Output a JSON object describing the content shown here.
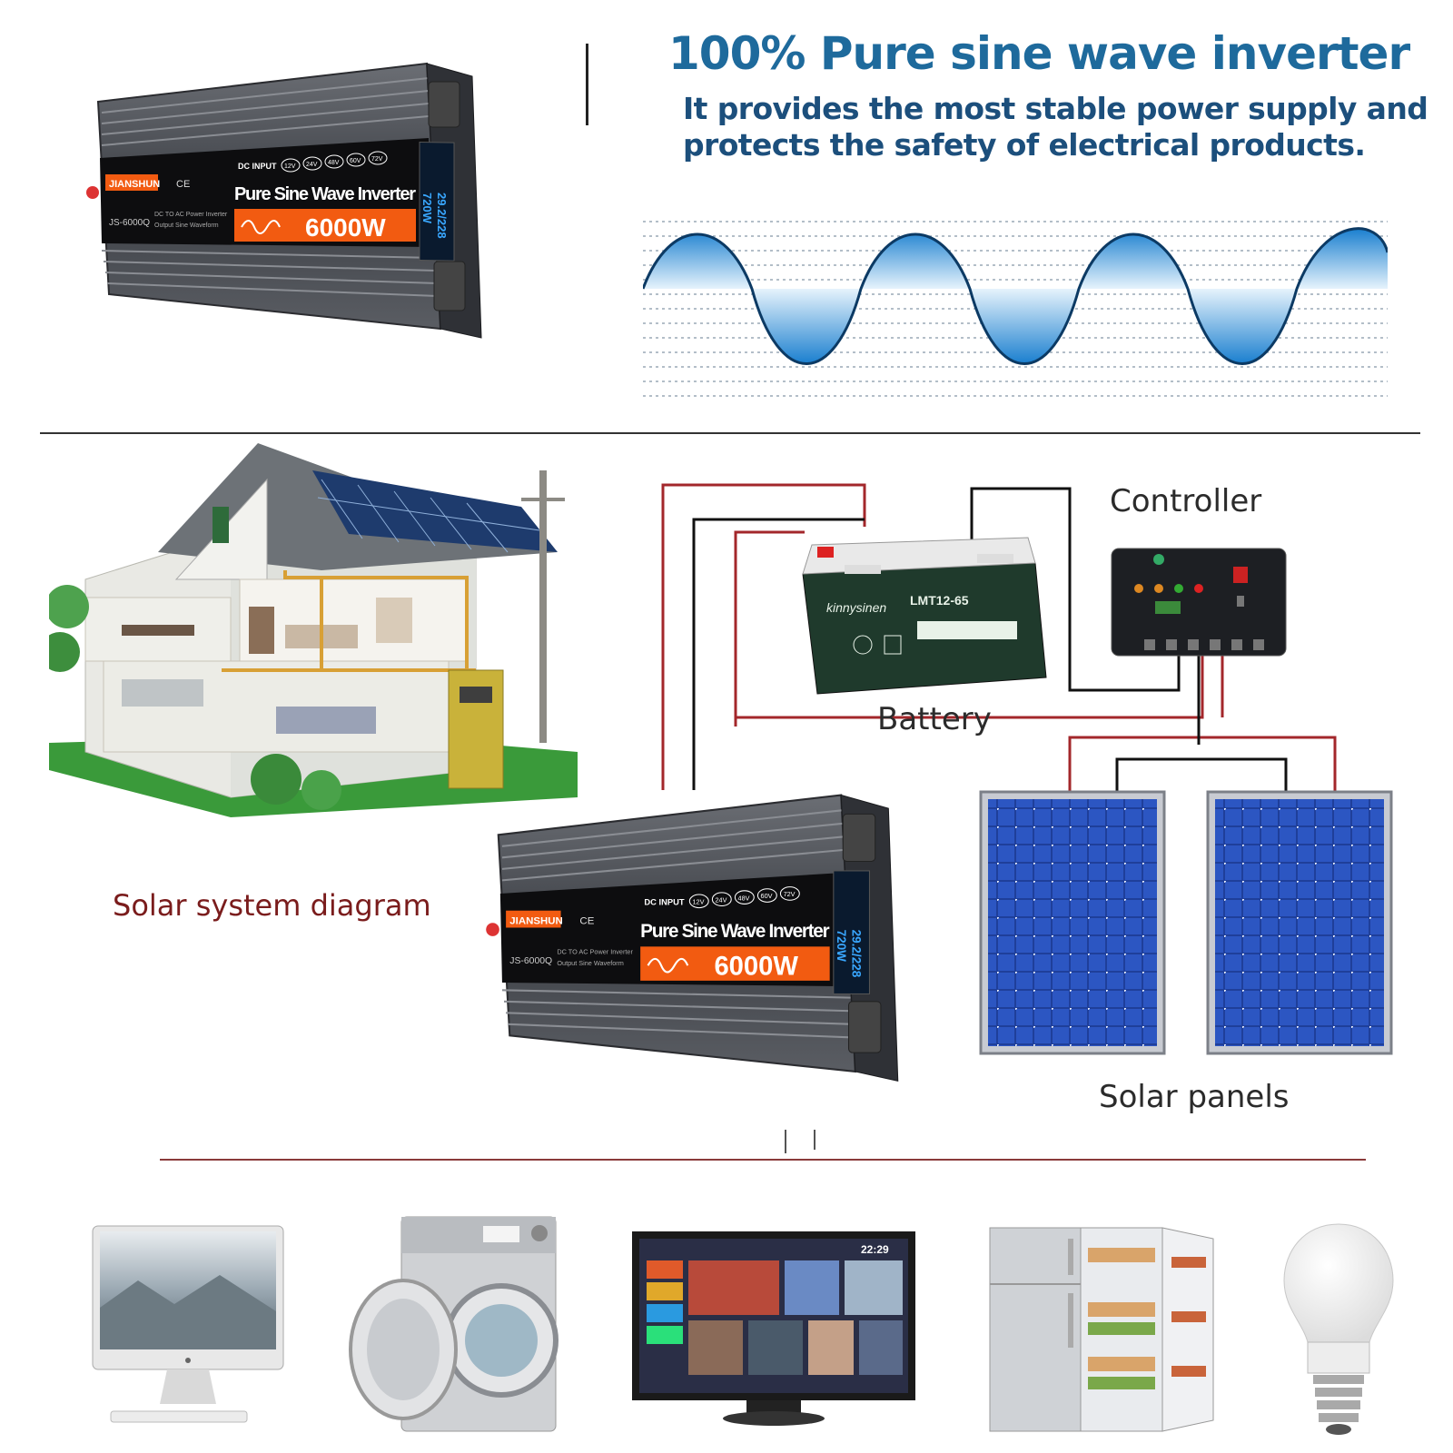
{
  "header": {
    "title": "100% Pure sine wave inverter",
    "subtitle_line1": "It provides the most stable power supply and",
    "subtitle_line2": "protects the safety of electrical products."
  },
  "inverter": {
    "brand": "JIANSHUN",
    "certs": "CE",
    "model": "JS-6000Q",
    "product_name": "Pure Sine Wave Inverter",
    "power": "6000W",
    "dc_input_label": "DC INPUT",
    "voltages": [
      "12V",
      "24V",
      "48V",
      "60V",
      "72V"
    ],
    "line1": "DC TO AC Power Inverter",
    "line2": "Output Sine Waveform",
    "lcd_line1": "29.2/228",
    "lcd_line2": "720W"
  },
  "diagram": {
    "house_caption": "Solar system diagram",
    "controller_label": "Controller",
    "battery_label": "Battery",
    "panels_label": "Solar panels",
    "battery_brand": "kinnysinen",
    "battery_model": "LMT12-65"
  },
  "appliances": [
    {
      "name": "computer-monitor"
    },
    {
      "name": "washing-machine"
    },
    {
      "name": "television",
      "tv_time": "22:29"
    },
    {
      "name": "refrigerator"
    },
    {
      "name": "light-bulb"
    }
  ],
  "colors": {
    "title_blue": "#1e6a9c",
    "wave_blue": "#2a8fd6",
    "accent_orange": "#f25b11",
    "wire_red": "#a3272b",
    "wire_black": "#111111"
  }
}
